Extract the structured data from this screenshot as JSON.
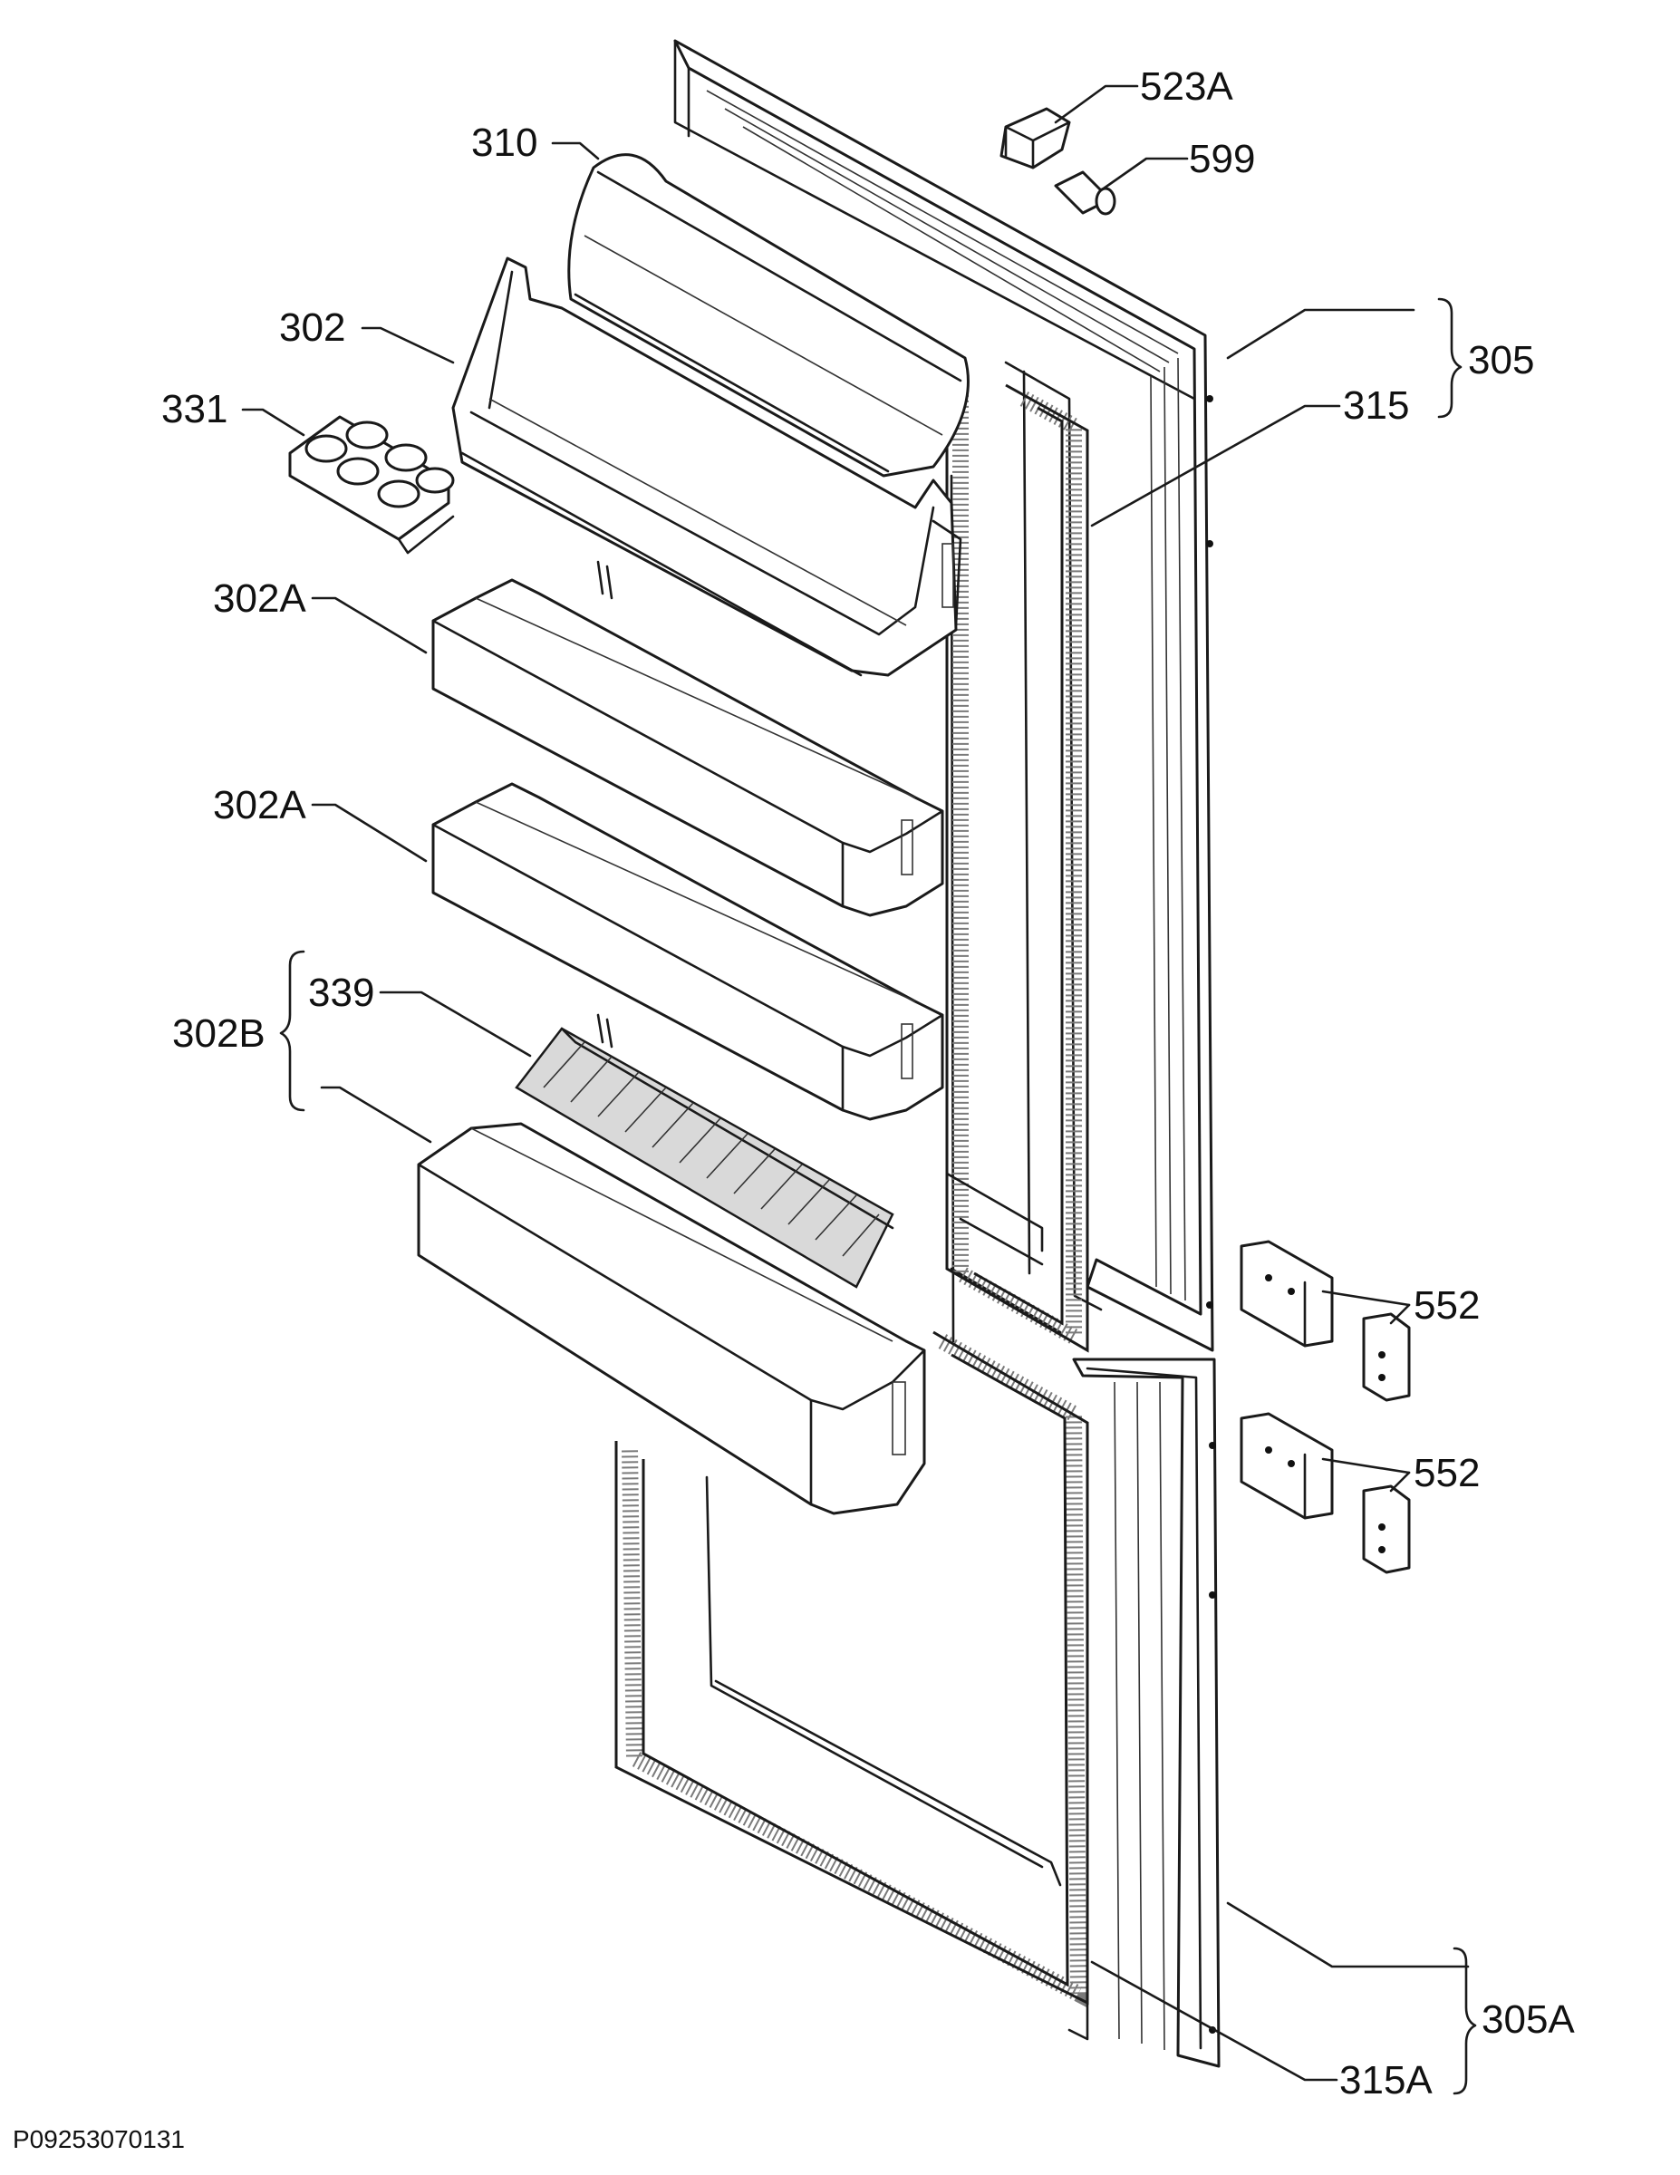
{
  "labels": {
    "l523A": "523A",
    "l599": "599",
    "l310": "310",
    "l302": "302",
    "l331": "331",
    "l302A_1": "302A",
    "l302A_2": "302A",
    "l339": "339",
    "l302B": "302B",
    "l305": "305",
    "l315": "315",
    "l552_1": "552",
    "l552_2": "552",
    "l305A": "305A",
    "l315A": "315A"
  },
  "document_id": "P09253070131"
}
